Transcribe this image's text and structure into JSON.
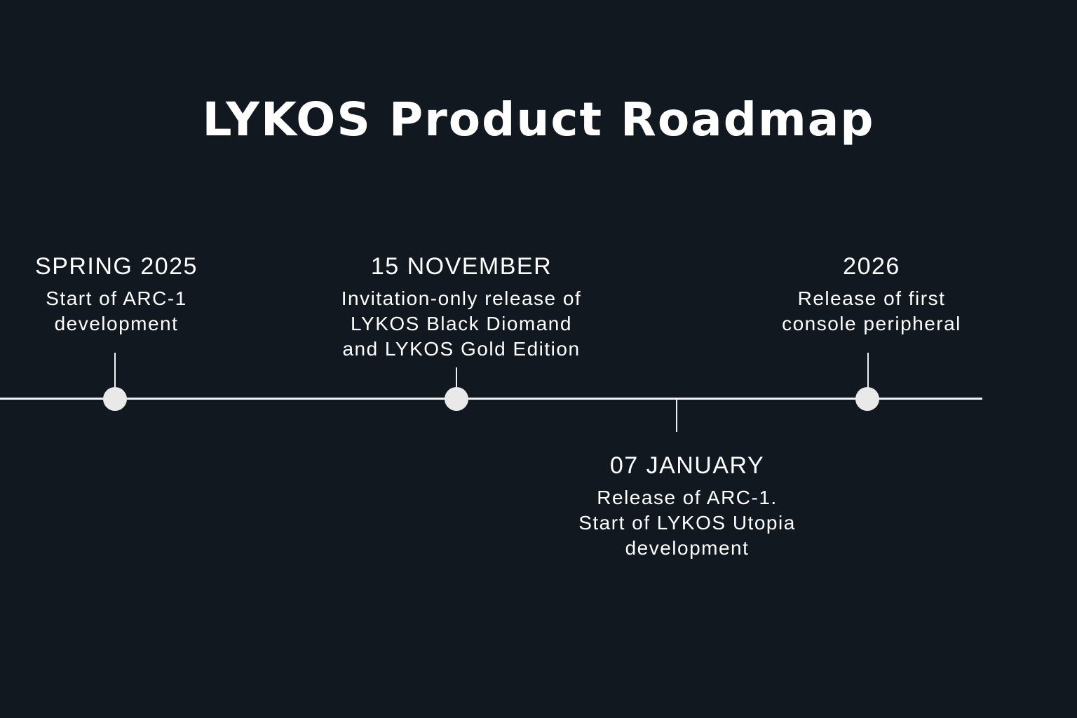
{
  "title": "LYKOS Product Roadmap",
  "colors": {
    "background": "#111820",
    "foreground": "#ffffff",
    "dot": "#e9e9e9"
  },
  "milestones": [
    {
      "date": "SPRING 2025",
      "description": "Start of ARC-1\ndevelopment",
      "position": "above"
    },
    {
      "date": "15 NOVEMBER",
      "description": "Invitation-only release of\nLYKOS Black Diomand\nand LYKOS Gold Edition",
      "position": "above"
    },
    {
      "date": "07 JANUARY",
      "description": "Release of ARC-1.\nStart of LYKOS Utopia\ndevelopment",
      "position": "below"
    },
    {
      "date": "2026",
      "description": "Release of first\nconsole peripheral",
      "position": "above"
    }
  ]
}
